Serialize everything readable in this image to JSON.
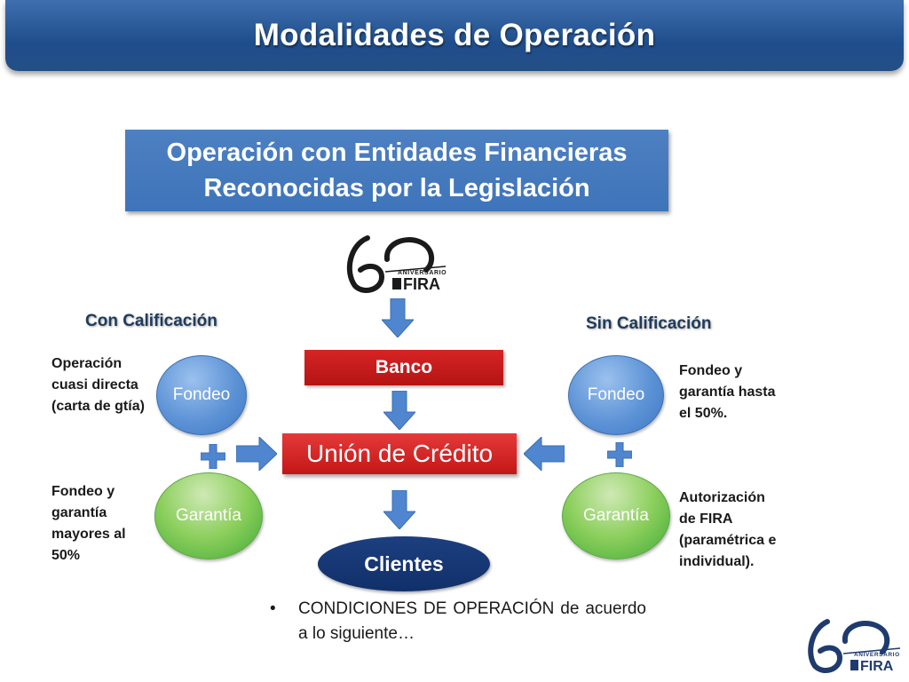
{
  "title": "Modalidades de Operación",
  "subtitle": {
    "line1": "Operación con Entidades Financieras",
    "line2": "Reconocidas por la Legislación"
  },
  "logo": {
    "number": "60",
    "aniversario": "ANIVERSARIO",
    "brand": "FIRA"
  },
  "left": {
    "header": "Con Calificación",
    "fondeo_label": "Fondeo",
    "garantia_label": "Garantía",
    "note_top": [
      "Operación",
      "cuasi directa",
      "(carta de gtía)"
    ],
    "note_bottom": [
      "Fondeo y",
      "garantía",
      "mayores al",
      "50%"
    ]
  },
  "right": {
    "header": "Sin Calificación",
    "fondeo_label": "Fondeo",
    "garantia_label": "Garantía",
    "note_top": [
      "Fondeo y",
      "garantía hasta",
      "el 50%."
    ],
    "note_bottom": [
      "Autorización",
      "de FIRA",
      "(paramétrica e",
      "individual)."
    ]
  },
  "center": {
    "banco": "Banco",
    "union": "Unión de Crédito",
    "clientes": "Clientes"
  },
  "bullet": "CONDICIONES DE OPERACIÓN de acuerdo a lo siguiente…",
  "colors": {
    "title_bar": "#1f4e8c",
    "subtitle_box": "#4178bd",
    "red_box": "#c41616",
    "navy_ellipse": "#10306a",
    "arrow_blue": "#4f86cf",
    "circle_blue": "#5d93d6",
    "circle_green": "#6cbd48"
  }
}
